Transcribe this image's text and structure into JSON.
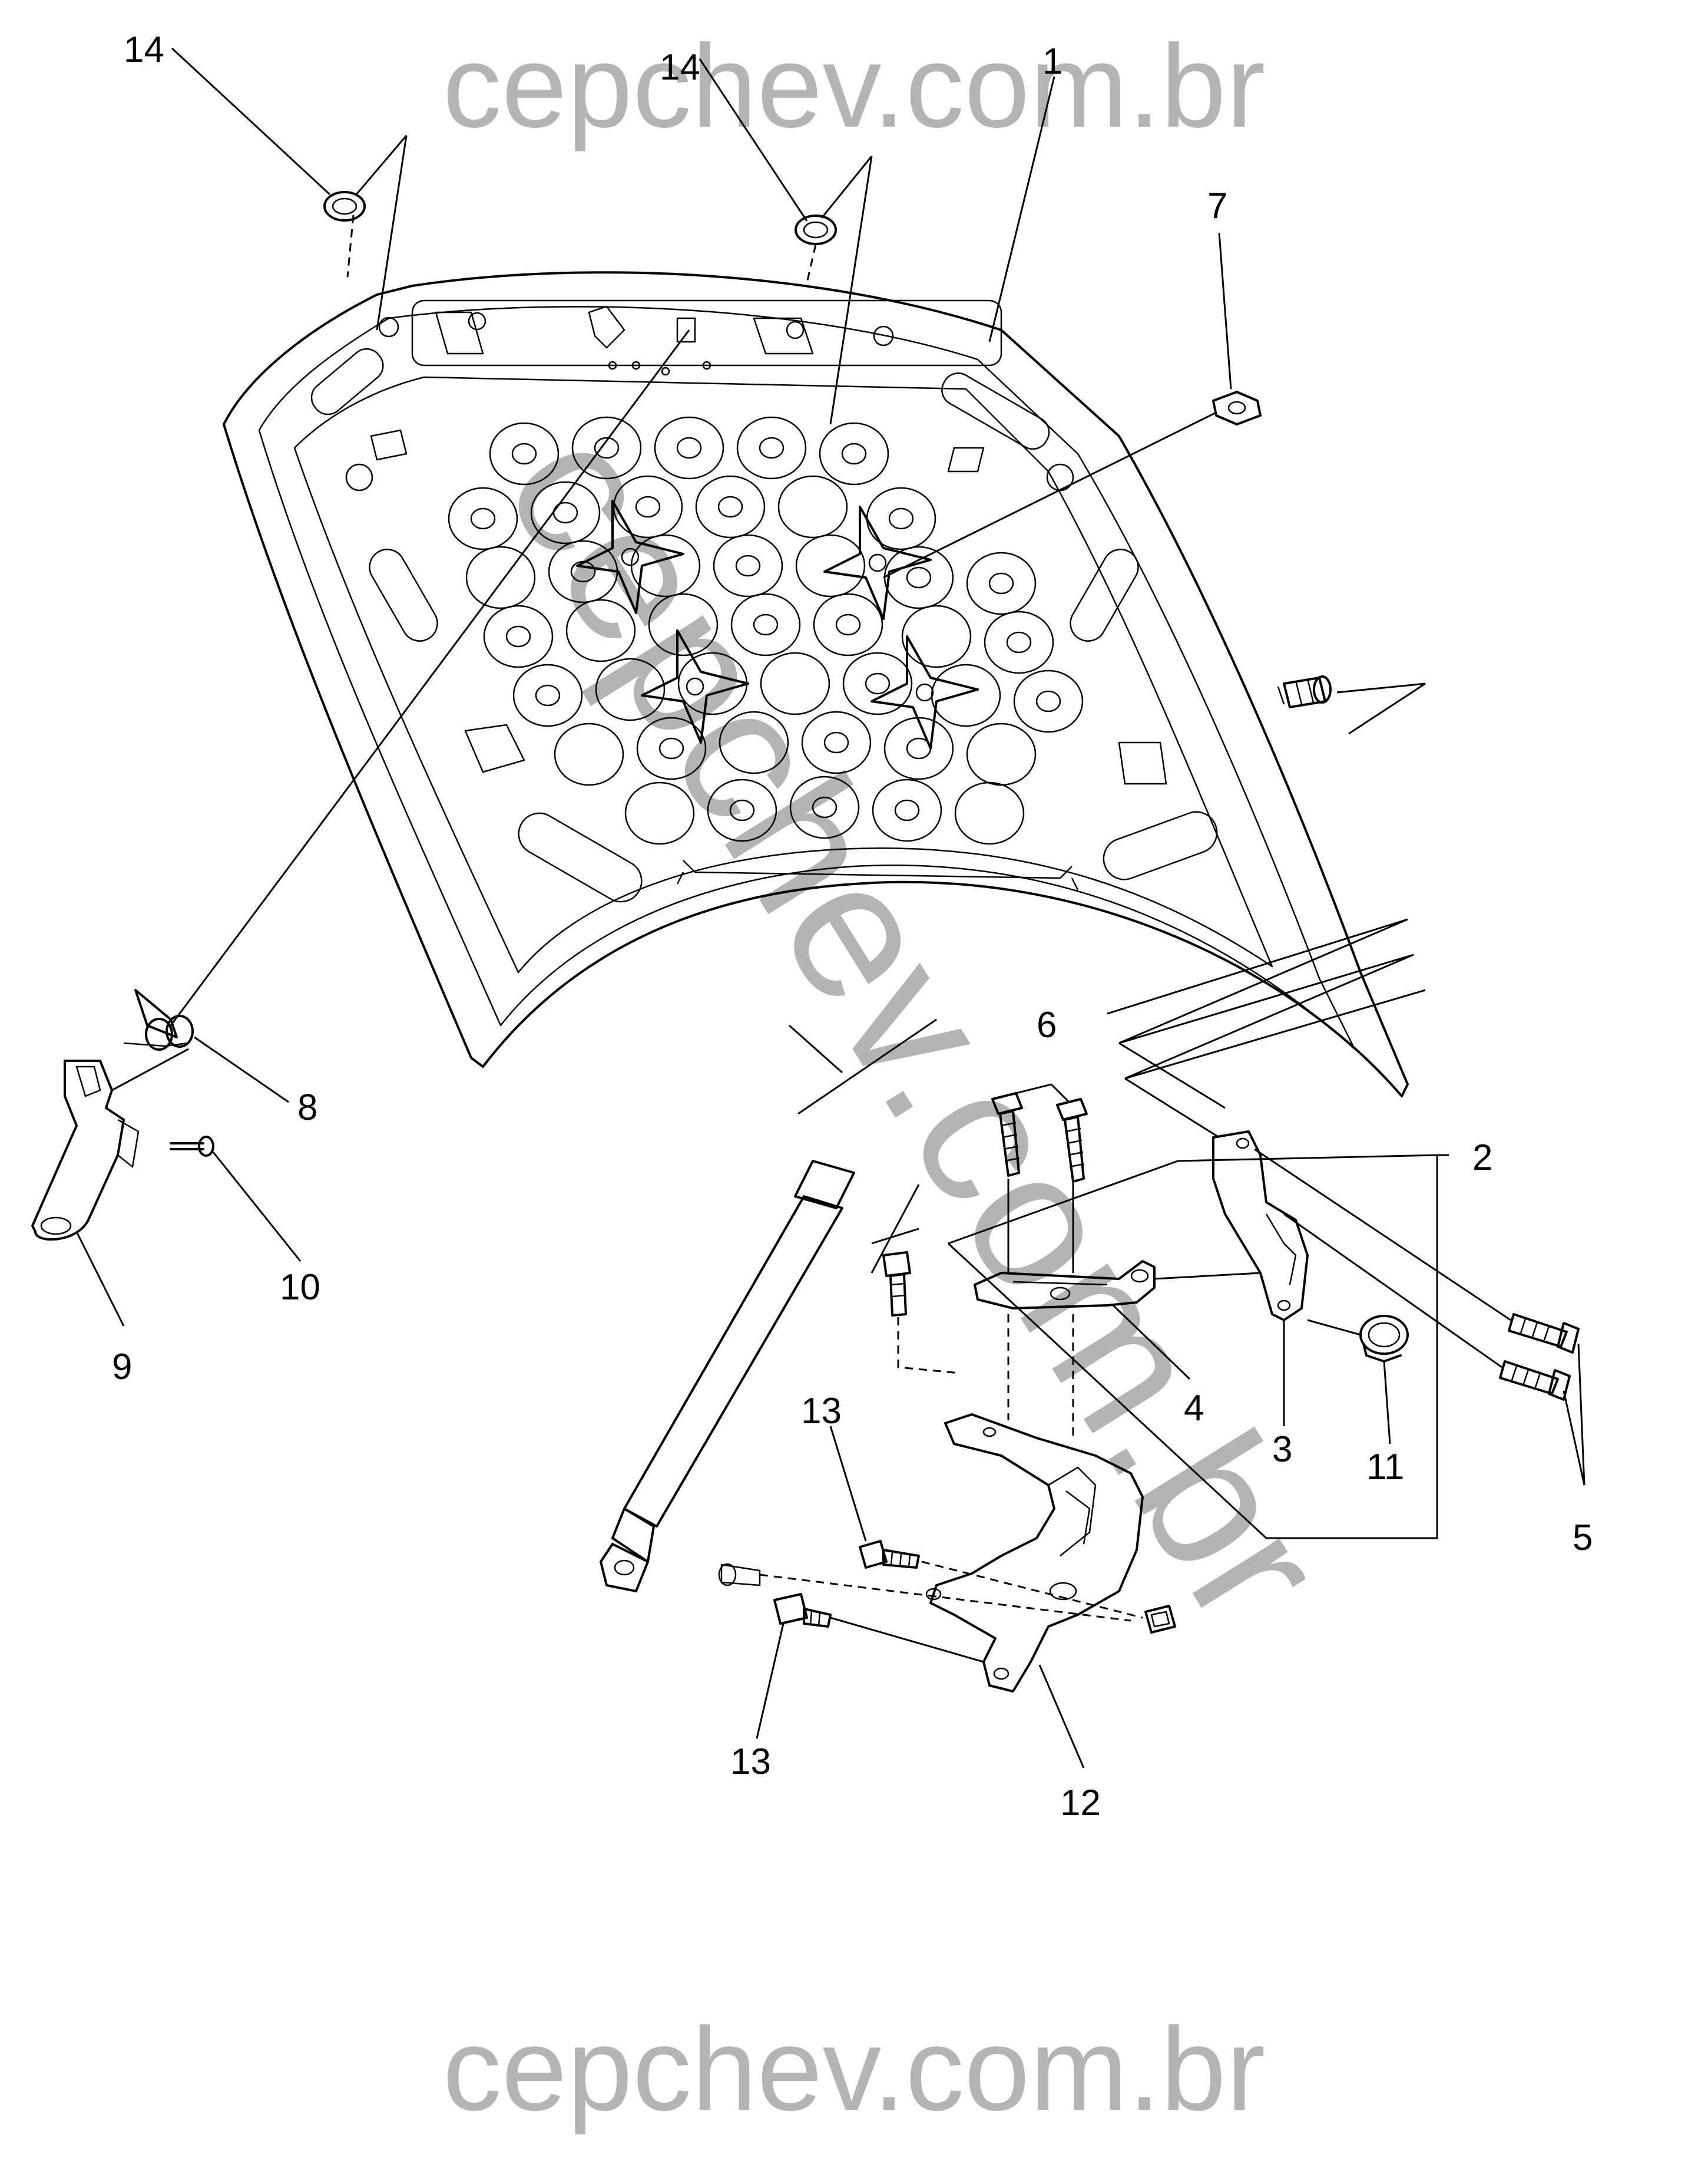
{
  "watermark": {
    "top": "cepchev.com.br",
    "bottom": "cepchev.com.br",
    "diagonal": "cepchev.com.br",
    "color": "#b4b4b4"
  },
  "callouts": {
    "c1": "1",
    "c2": "2",
    "c3": "3",
    "c4": "4",
    "c5": "5",
    "c6": "6",
    "c7": "7",
    "c8": "8",
    "c9": "9",
    "c10": "10",
    "c11": "11",
    "c12": "12",
    "c13a": "13",
    "c13b": "13",
    "c14a": "14",
    "c14b": "14"
  },
  "colors": {
    "line": "#000000",
    "background": "#ffffff"
  }
}
